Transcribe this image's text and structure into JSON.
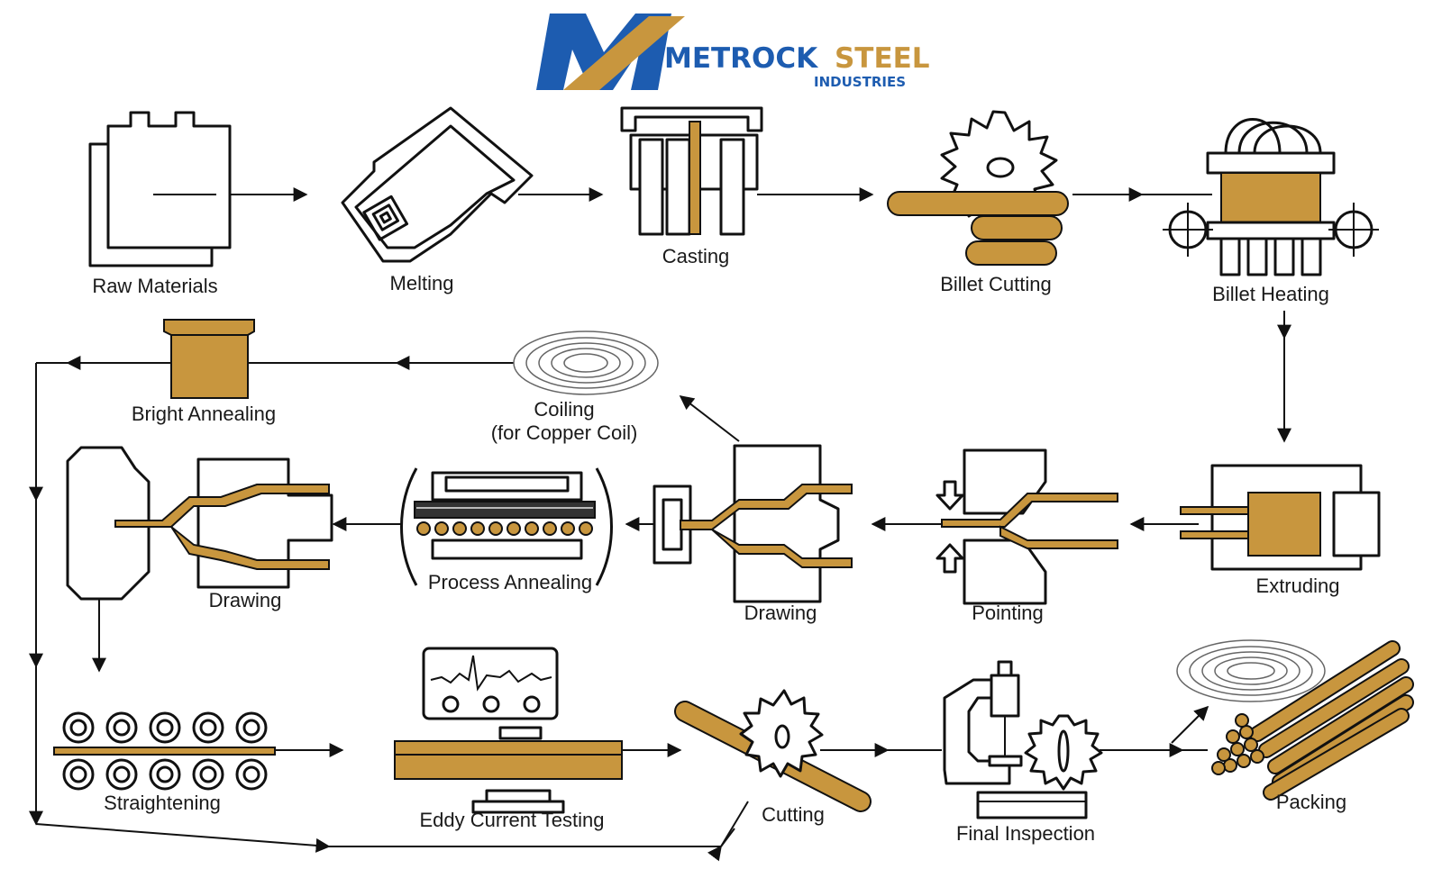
{
  "brand": {
    "name_part1": "METROCK",
    "name_part2": "STEEL",
    "subtitle": "INDUSTRIES",
    "colors": {
      "blue": "#1d5cb0",
      "gold": "#c8963e"
    }
  },
  "colors": {
    "material": "#c8963e",
    "outline": "#111111"
  },
  "steps": {
    "raw_materials": "Raw Materials",
    "melting": "Melting",
    "casting": "Casting",
    "billet_cutting": "Billet Cutting",
    "billet_heating": "Billet Heating",
    "extruding": "Extruding",
    "pointing": "Pointing",
    "drawing_1": "Drawing",
    "process_annealing": "Process Annealing",
    "drawing_2": "Drawing",
    "coiling_line1": "Coiling",
    "coiling_line2": "(for Copper Coil)",
    "bright_annealing": "Bright Annealing",
    "straightening": "Straightening",
    "eddy_current_testing": "Eddy Current Testing",
    "cutting": "Cutting",
    "final_inspection": "Final Inspection",
    "packing": "Packing"
  }
}
